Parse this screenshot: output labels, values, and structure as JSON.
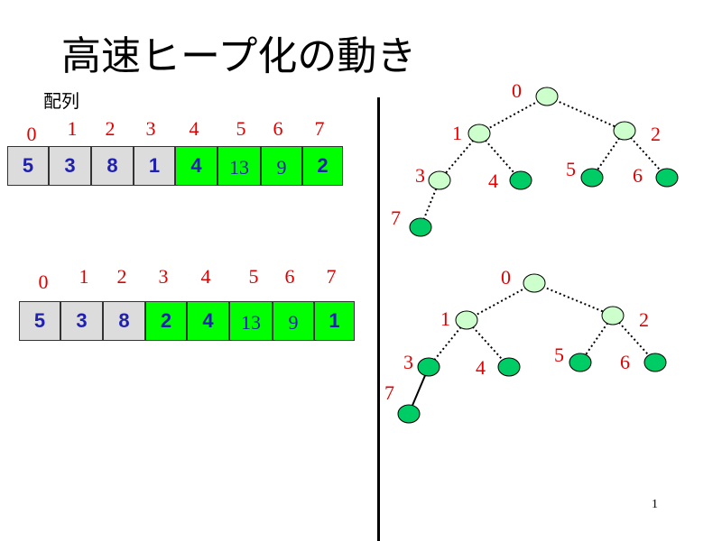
{
  "slide": {
    "title": "高速ヒープ化の動き",
    "array_label": "配列",
    "page_number": "1"
  },
  "arrays": [
    {
      "indices": [
        "0",
        "1",
        "2",
        "3",
        "4",
        "5",
        "6",
        "7"
      ],
      "cells": [
        {
          "value": "5",
          "color": "gray"
        },
        {
          "value": "3",
          "color": "gray"
        },
        {
          "value": "8",
          "color": "gray"
        },
        {
          "value": "1",
          "color": "gray"
        },
        {
          "value": "4",
          "color": "green"
        },
        {
          "value": "13",
          "color": "green"
        },
        {
          "value": "9",
          "color": "green"
        },
        {
          "value": "2",
          "color": "green"
        }
      ]
    },
    {
      "indices": [
        "0",
        "1",
        "2",
        "3",
        "4",
        "5",
        "6",
        "7"
      ],
      "cells": [
        {
          "value": "5",
          "color": "gray"
        },
        {
          "value": "3",
          "color": "gray"
        },
        {
          "value": "8",
          "color": "gray"
        },
        {
          "value": "2",
          "color": "green"
        },
        {
          "value": "4",
          "color": "green"
        },
        {
          "value": "13",
          "color": "green"
        },
        {
          "value": "9",
          "color": "green"
        },
        {
          "value": "1",
          "color": "green"
        }
      ]
    }
  ],
  "trees": [
    {
      "node_labels": [
        "0",
        "1",
        "2",
        "3",
        "4",
        "5",
        "6",
        "7"
      ],
      "node_states": [
        "light",
        "light",
        "light",
        "light",
        "dark",
        "dark",
        "dark",
        "dark"
      ],
      "edges": [
        [
          0,
          1,
          "dotted"
        ],
        [
          0,
          2,
          "dotted"
        ],
        [
          1,
          3,
          "dotted"
        ],
        [
          1,
          4,
          "dotted"
        ],
        [
          2,
          5,
          "dotted"
        ],
        [
          2,
          6,
          "dotted"
        ],
        [
          3,
          7,
          "dotted"
        ]
      ]
    },
    {
      "node_labels": [
        "0",
        "1",
        "2",
        "3",
        "4",
        "5",
        "6",
        "7"
      ],
      "node_states": [
        "light",
        "light",
        "light",
        "dark",
        "dark",
        "dark",
        "dark",
        "dark"
      ],
      "edges": [
        [
          0,
          1,
          "dotted"
        ],
        [
          0,
          2,
          "dotted"
        ],
        [
          1,
          3,
          "dotted"
        ],
        [
          1,
          4,
          "dotted"
        ],
        [
          2,
          5,
          "dotted"
        ],
        [
          2,
          6,
          "dotted"
        ],
        [
          3,
          7,
          "solid"
        ]
      ]
    }
  ],
  "colors": {
    "light_node": "#ccffcc",
    "dark_node": "#00cc66",
    "index_red": "#e00000",
    "value_blue": "#2020b0",
    "green_cell": "#00ff00",
    "gray_cell": "#dcdcdc"
  }
}
